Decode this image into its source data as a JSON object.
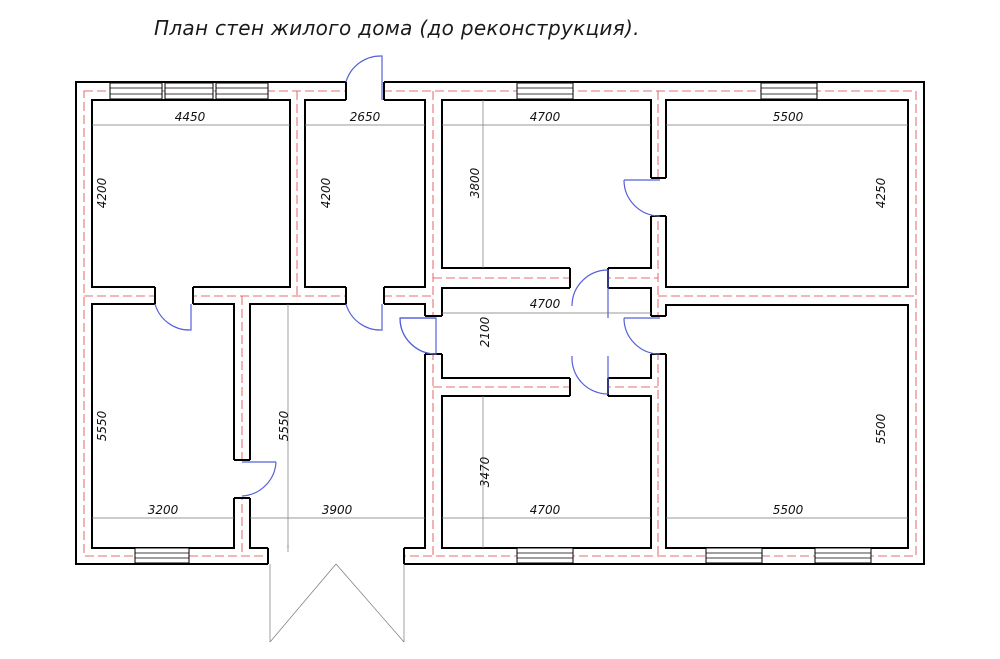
{
  "title": "План стен жилого дома (до реконструкция).",
  "rooms": [
    {
      "id": "room-top-left",
      "width": "4450",
      "height": "4200"
    },
    {
      "id": "room-top-corridor",
      "width": "2650",
      "height": "4200"
    },
    {
      "id": "room-top-mid",
      "width": "4700",
      "height": "3800"
    },
    {
      "id": "room-top-right",
      "width": "5500",
      "height": "4250"
    },
    {
      "id": "room-bottom-left",
      "width": "3200",
      "height": "5550"
    },
    {
      "id": "room-hall",
      "width": "3900",
      "height": "5550"
    },
    {
      "id": "room-corridor-mid",
      "width": "4700",
      "height": "2100"
    },
    {
      "id": "room-bottom-mid",
      "width": "4700",
      "height": "3470"
    },
    {
      "id": "room-bottom-right",
      "width": "5500",
      "height": "5500"
    }
  ],
  "colors": {
    "walls": "#000000",
    "axis": "#e04040",
    "doors": "#5560d8"
  }
}
